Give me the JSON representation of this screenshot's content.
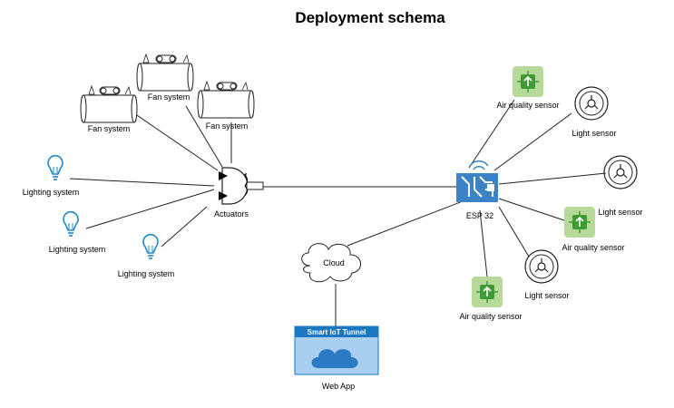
{
  "title": "Deployment schema",
  "nodes": {
    "fan_1": "Fan system",
    "fan_2": "Fan system",
    "fan_3": "Fan system",
    "lighting_1": "Lighting system",
    "lighting_2": "Lighting system",
    "lighting_3": "Lighting system",
    "actuators": "Actuators",
    "esp32": "ESP 32",
    "cloud": "Cloud",
    "tunnel": "Smart IoT Tunnel",
    "webapp": "Web App",
    "air_1": "Air quality sensor",
    "air_2": "Air quality sensor",
    "air_3": "Air quality sensor",
    "light_1": "Light sensor",
    "light_2": "Light sensor",
    "light_3": "Light sensor"
  },
  "colors": {
    "blue_icon": "#1e88c7",
    "air_sensor_bg": "#b7d99a",
    "air_sensor_fg": "#3f9c35",
    "tunnel_header": "#1c77c3",
    "tunnel_body": "#a9cff0",
    "cloud_icon": "#2b7bc4",
    "esp_blue": "#3b83c4"
  }
}
